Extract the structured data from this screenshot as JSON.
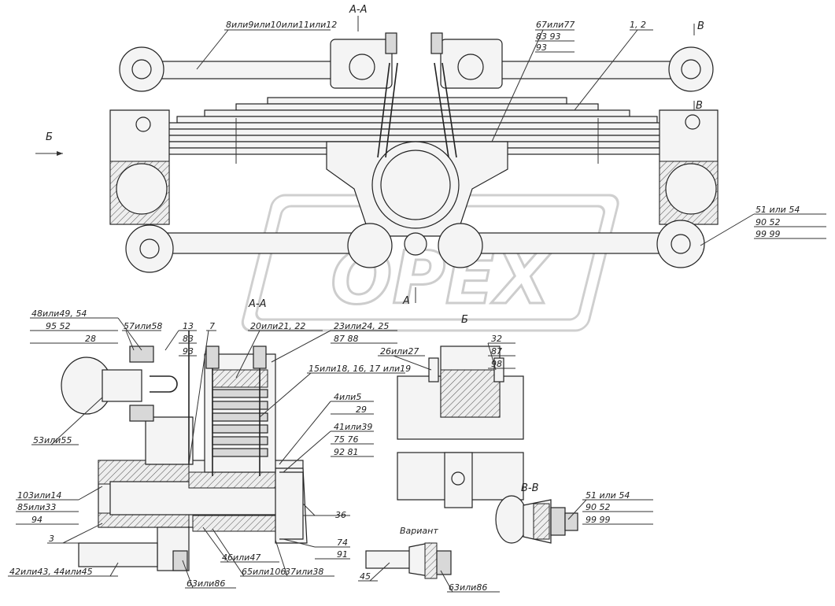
{
  "sections": {
    "aa_top": "А-А",
    "aa_bottom": "А",
    "b_side": "Б",
    "b_view": "Б",
    "vv_top": "В",
    "vv_mid": "В",
    "vv_view": "В-В",
    "aa_view": "А-А",
    "variant": "Вариант"
  },
  "callouts": {
    "c8": "8или9или10или11или12",
    "c12": "1, 2",
    "c67": "67или77",
    "c83a": "83     93",
    "c93a": "93",
    "c51": "51 или  54",
    "c90": "90       52",
    "c99": "99       99",
    "c48": "48или49,  54",
    "c95": "95        52",
    "c28": "28",
    "c57": "57или58",
    "c13": "13",
    "c83b": "83",
    "c93b": "93",
    "c7": "7",
    "c20": "20или21, 22",
    "c23": "23или24,  25",
    "c87": "87         88",
    "c26": "26или27",
    "c32": "32",
    "c87b": "87",
    "c98": "98",
    "c15": "15или18, 16, 17 или19",
    "c4": "4или5",
    "c29": "29",
    "c41": "41или39",
    "c75": "75       76",
    "c92": "92       81",
    "c53": "53или55",
    "c103": "103или14",
    "c85": "85или33",
    "c94": "94",
    "c3": "3",
    "c36": "36",
    "c74": "74",
    "c91": "91",
    "c42": "42или43, 44или45",
    "c63a": "63или86",
    "c46": "46или47",
    "c65": "65или106",
    "c37": "37или38",
    "c45": "45",
    "c63b": "63или86",
    "c51b": "51 или  54",
    "c90b": "90        52",
    "c99b": "99        99"
  },
  "watermark": "OPEX"
}
